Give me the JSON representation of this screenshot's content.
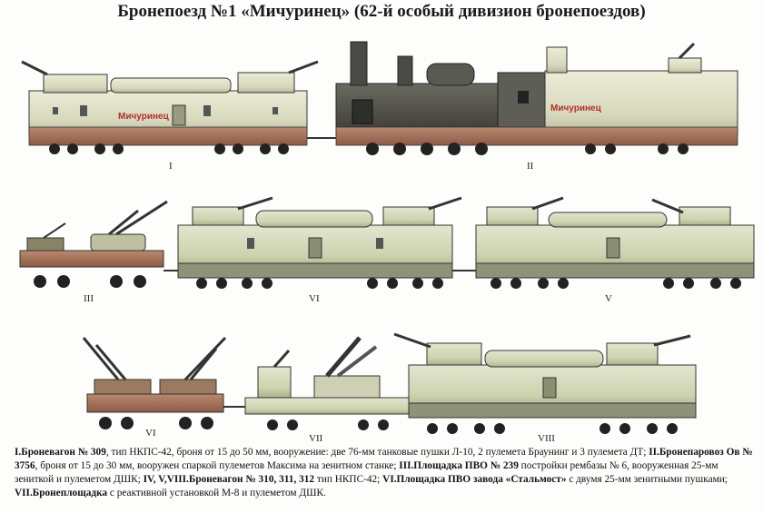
{
  "title": "Бронепоезд №1 «Мичуринец» (62-й особый дивизион бронепоездов)",
  "car_labels": [
    "I",
    "II",
    "III",
    "VI",
    "V",
    "VI",
    "VII",
    "VIII"
  ],
  "painted_name": "Мичуринец",
  "caption": {
    "p1_b": "I.Броневагон № 309",
    "p1_t": ", тип НКПС-42, броня от 15 до 50 мм, вооружение: две 76-мм танковые пушки Л-10, 2 пулемета Браунинг и 3 пулемета ДТ; ",
    "p2_b": "II.Бронепаровоз Ов № 3756",
    "p2_t": ", броня от 15 до 30 мм, вооружен спаркой пулеметов Максима на зенитном станке; ",
    "p3_b": "III.Площадка ПВО № 239",
    "p3_t": " постройки рембазы № 6, вооруженная 25-мм зениткой и пулеметом ДШК; ",
    "p4_b": "IV, V,VIII.Броневагон № 310, 311, 312",
    "p4_t": " тип НКПС-42; ",
    "p5_b": "VI.Площадка ПВО завода «Стальмост»",
    "p5_t": " с двумя 25-мм зенитными пушками; ",
    "p6_b": "VII.Бронеплощадка",
    "p6_t": " с реактивной установкой М-8 и пулеметом ДШК."
  },
  "colors": {
    "armor": "#dcdcc2",
    "armor_dark": "#a9aa8e",
    "rust": "#a86a52",
    "wheel": "#2a2a2a",
    "loco": "#55554c"
  }
}
